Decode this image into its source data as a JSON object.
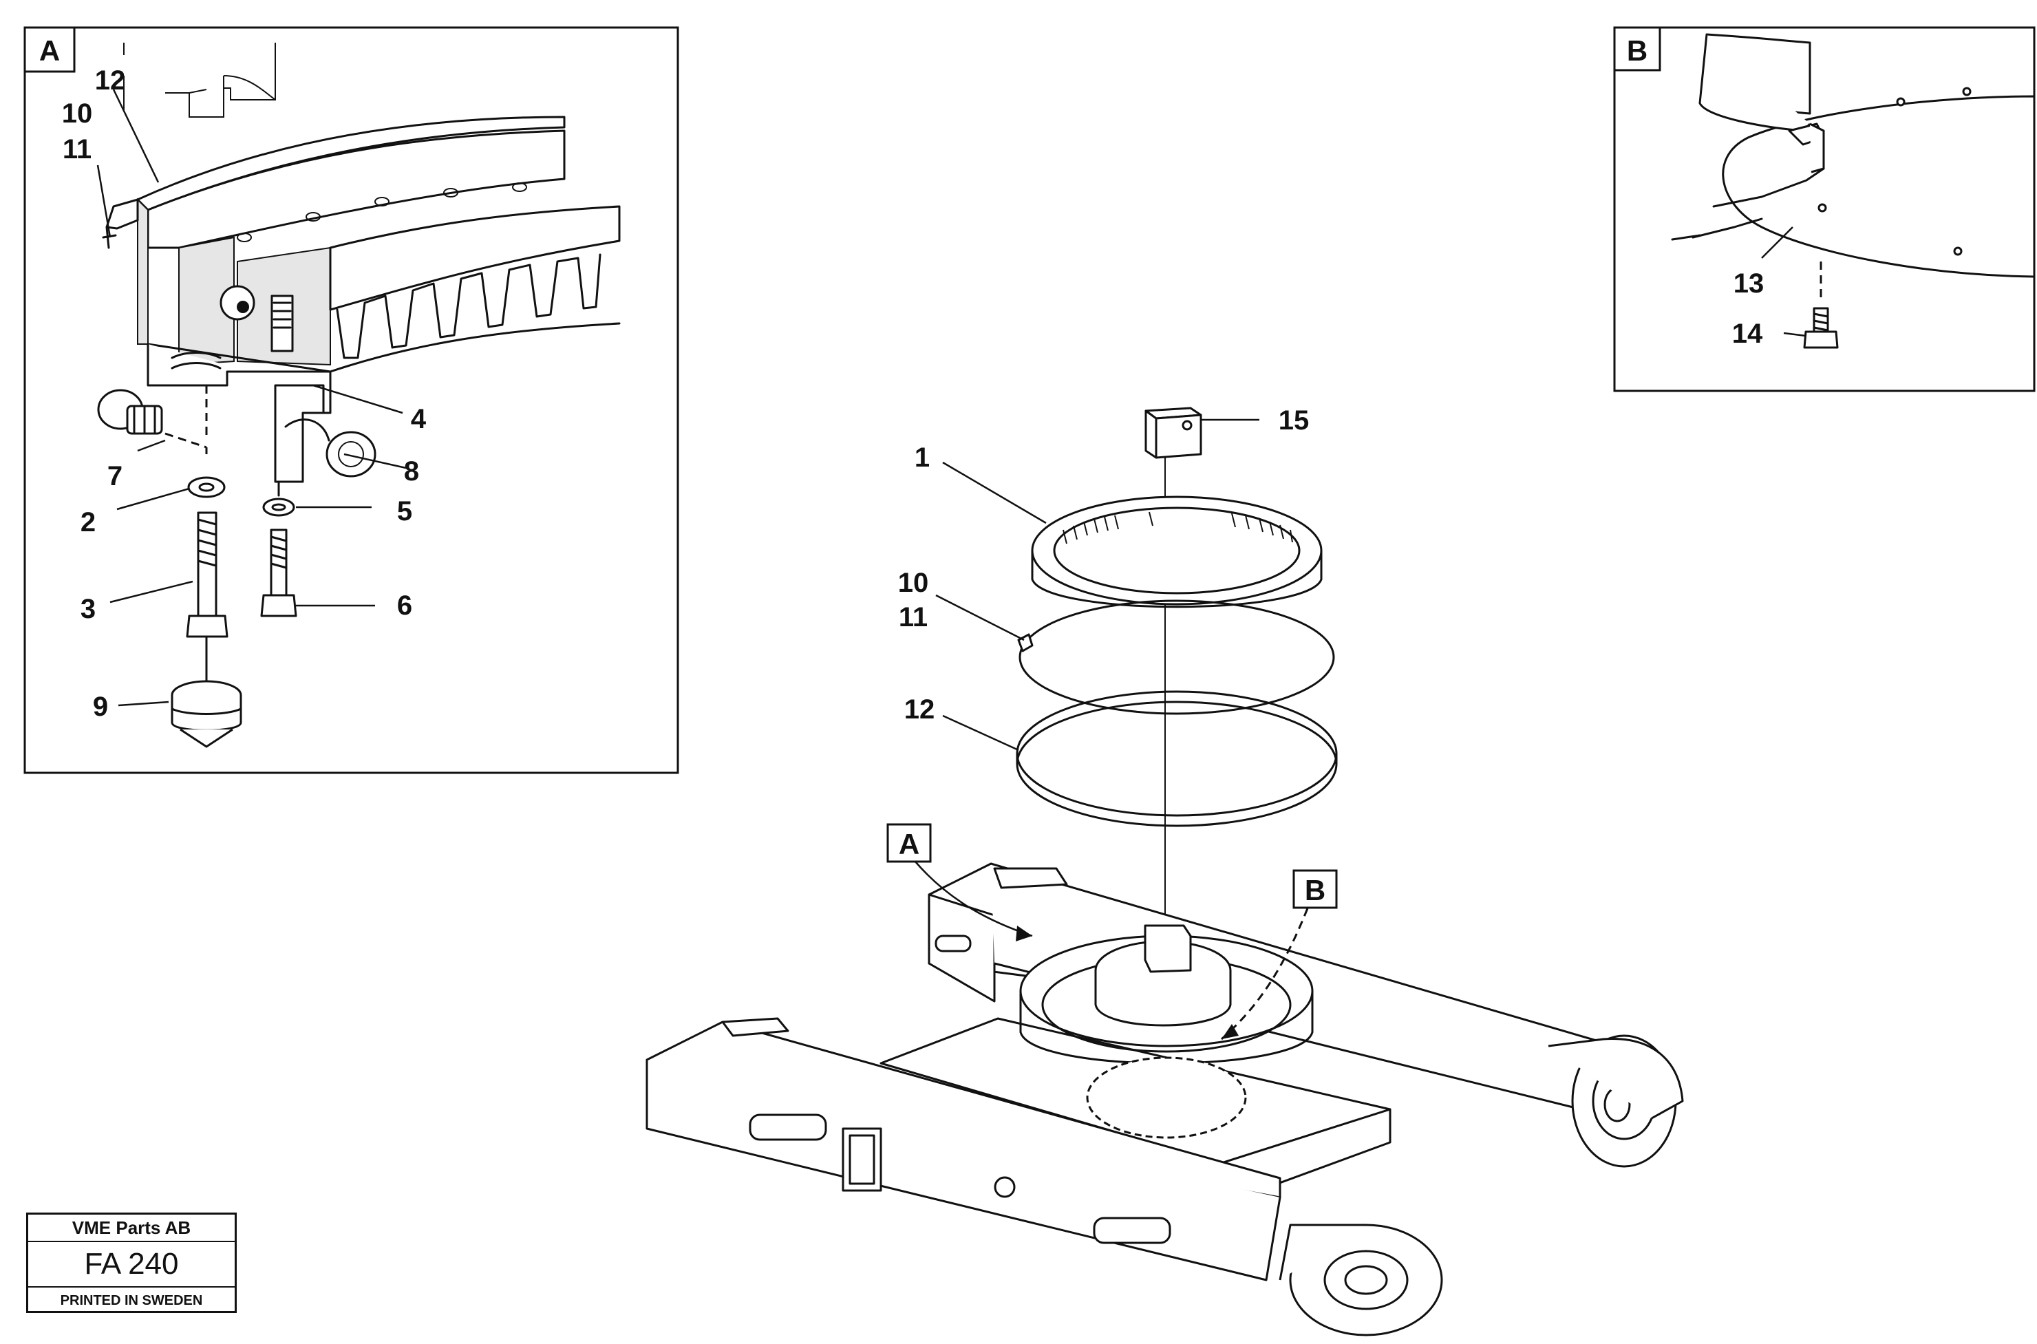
{
  "detail_a": {
    "label": "A",
    "callouts": {
      "c12": "12",
      "c10": "10",
      "c11": "11",
      "c4": "4",
      "c7": "7",
      "c8": "8",
      "c2": "2",
      "c5": "5",
      "c3": "3",
      "c6": "6",
      "c9": "9"
    }
  },
  "detail_b": {
    "label": "B",
    "callouts": {
      "c13": "13",
      "c14": "14"
    }
  },
  "main": {
    "callouts": {
      "c15": "15",
      "c1": "1",
      "c10": "10",
      "c11": "11",
      "c12": "12",
      "marker_a": "A",
      "marker_b": "B"
    }
  },
  "title_block": {
    "company": "VME Parts AB",
    "figure_no": "FA 240",
    "printed": "PRINTED IN SWEDEN"
  }
}
